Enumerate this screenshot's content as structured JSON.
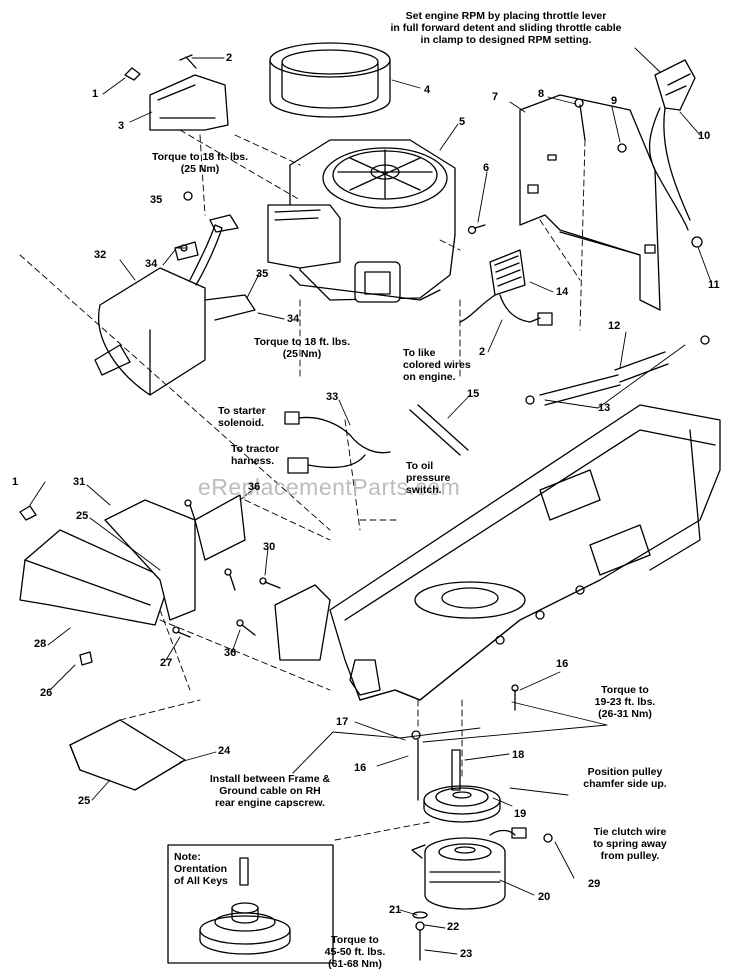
{
  "watermark": "eReplacementParts.com",
  "callouts": {
    "c1a": "1",
    "c1b": "1",
    "c2a": "2",
    "c2b": "2",
    "c3": "3",
    "c4": "4",
    "c5": "5",
    "c6": "6",
    "c7": "7",
    "c8": "8",
    "c9": "9",
    "c10": "10",
    "c11": "11",
    "c12": "12",
    "c13": "13",
    "c14": "14",
    "c15": "15",
    "c16a": "16",
    "c16b": "16",
    "c17": "17",
    "c18": "18",
    "c19": "19",
    "c20": "20",
    "c21": "21",
    "c22": "22",
    "c23": "23",
    "c24": "24",
    "c25a": "25",
    "c25b": "25",
    "c26": "26",
    "c27": "27",
    "c28": "28",
    "c29": "29",
    "c30": "30",
    "c31": "31",
    "c32": "32",
    "c33": "33",
    "c34a": "34",
    "c34b": "34",
    "c35a": "35",
    "c35b": "35",
    "c36a": "36",
    "c36b": "36"
  },
  "notes": {
    "throttle": [
      "Set engine RPM by placing throttle lever",
      "in full forward detent and sliding throttle cable",
      "in clamp to designed RPM setting."
    ],
    "torque_top": [
      "Torque to 18 ft. lbs.",
      "(25 Nm)"
    ],
    "torque_mid": [
      "Torque to 18 ft. lbs.",
      "(25 Nm)"
    ],
    "like_wires": [
      "To like",
      "colored wires",
      "on engine."
    ],
    "starter": [
      "To starter",
      "solenoid."
    ],
    "harness": [
      "To tractor",
      "harness."
    ],
    "oil": [
      "To oil",
      "pressure",
      "switch."
    ],
    "torque_frame": [
      "Torque to",
      "19-23 ft. lbs.",
      "(26-31 Nm)"
    ],
    "install": [
      "Install between Frame &",
      "Ground cable on RH",
      "rear engine capscrew."
    ],
    "pulley": [
      "Position pulley",
      "chamfer side up."
    ],
    "clutch": [
      "Tie clutch wire",
      "to spring away",
      "from pulley."
    ],
    "torque_bottom": [
      "Torque to",
      "45-50 ft. lbs.",
      "(61-68 Nm)"
    ],
    "keys": [
      "Note:",
      "Orentation",
      "of All Keys"
    ]
  }
}
